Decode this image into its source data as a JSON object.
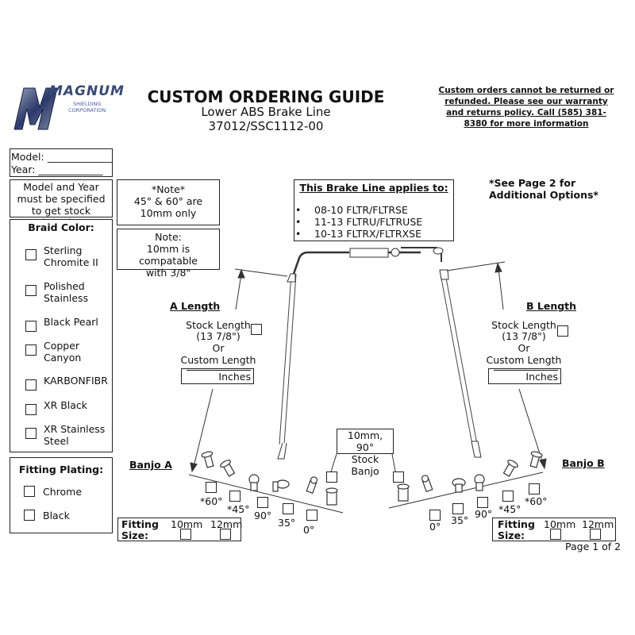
{
  "logo": {
    "brand": "MAGNUM",
    "sub1": "SHIELDING",
    "sub2": "CORPORATION"
  },
  "header": {
    "title": "CUSTOM ORDERING GUIDE",
    "subtitle": "Lower ABS Brake Line",
    "part_number": "37012/SSC1112-00"
  },
  "policy": {
    "text": "Custom orders cannot be returned or refunded. Please see our warranty and returns policy. Call (585) 381-8380 for more information"
  },
  "model_year": {
    "model_label": "Model: _____________",
    "year_label": "Year: _____________"
  },
  "model_note": "Model and Year must be specified to get stock lengths",
  "note_box": {
    "line1": "*Note*",
    "line2": "45° & 60° are",
    "line3": "10mm only"
  },
  "note2_box": {
    "line1": "Note:",
    "line2": "10mm is compatable",
    "line3": "with 3/8\""
  },
  "braid": {
    "title": "Braid Color:",
    "options": [
      "Sterling Chromite II",
      "Polished Stainless",
      "Black Pearl",
      "Copper Canyon",
      "KARBONFIBR",
      "XR Black",
      "XR Stainless Steel"
    ]
  },
  "plating": {
    "title": "Fitting Plating:",
    "options": [
      "Chrome",
      "Black"
    ]
  },
  "applies": {
    "title": "This Brake Line applies to:",
    "items": [
      "08-10 FLTR/FLTRSE",
      "11-13 FLTRU/FLTRUSE",
      "10-13 FLTRX/FLTRXSE"
    ]
  },
  "see_page": {
    "line1": "*See Page 2 for",
    "line2": "Additional Options*"
  },
  "a_length": {
    "title": "A Length",
    "stock": "Stock Length",
    "stock_value": "(13 7/8\")",
    "or": "Or",
    "custom": "Custom Length",
    "inches": "Inches"
  },
  "b_length": {
    "title": "B Length",
    "stock": "Stock Length",
    "stock_value": "(13 7/8\")",
    "or": "Or",
    "custom": "Custom Length",
    "inches": "Inches"
  },
  "stock_banjo": {
    "line1": "10mm, 90°",
    "line2": "Stock Banjo"
  },
  "banjo_a": {
    "title": "Banjo A",
    "angles": [
      "*60°",
      "*45°",
      "90°",
      "35°",
      "0°"
    ]
  },
  "banjo_b": {
    "title": "Banjo B",
    "angles": [
      "0°",
      "35°",
      "90°",
      "*45°",
      "*60°"
    ]
  },
  "fitting_size": {
    "label1": "Fitting",
    "label2": "Size:",
    "opt1": "10mm",
    "opt2": "12mm"
  },
  "footer": {
    "page": "Page 1 of 2"
  }
}
